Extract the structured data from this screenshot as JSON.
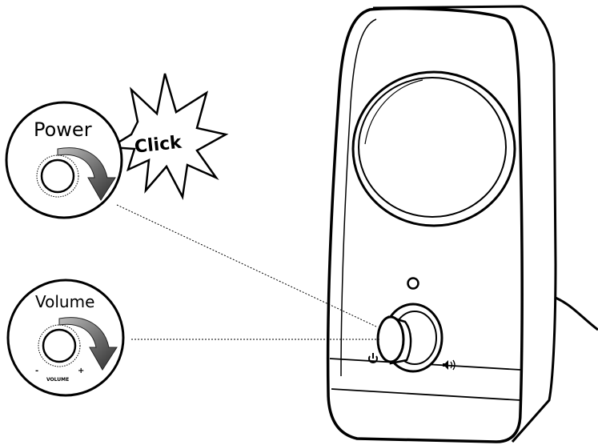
{
  "callouts": {
    "power": {
      "label": "Power",
      "burst": "Click"
    },
    "volume": {
      "label": "Volume",
      "minus": "-",
      "plus": "+",
      "dial_caption": "VOLUME"
    }
  },
  "colors": {
    "line": "#000000",
    "arrow_dark": "#3a3a3a",
    "arrow_light": "#9a9a9a",
    "background": "#ffffff"
  },
  "icons": [
    "power-icon",
    "speaker-volume-icon",
    "curved-arrow-icon"
  ]
}
